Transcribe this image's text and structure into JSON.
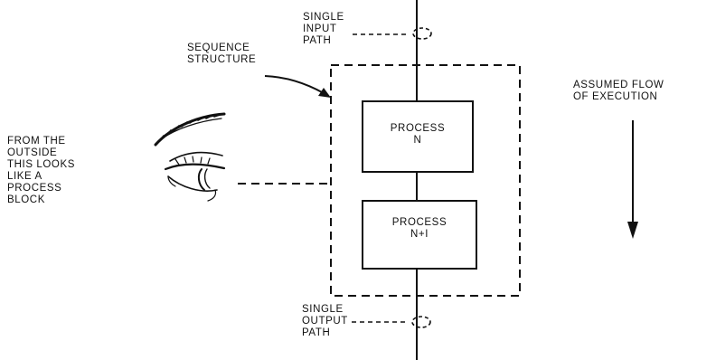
{
  "labels": {
    "sequence_structure": "SEQUENCE\nSTRUCTURE",
    "single_input_path": "SINGLE\nINPUT\nPATH",
    "single_output_path": "SINGLE\nOUTPUT\nPATH",
    "assumed_flow": "ASSUMED FLOW\nOF EXECUTION",
    "outside_note": "FROM THE\nOUTSIDE\nTHIS LOOKS\nLIKE A\nPROCESS\nBLOCK",
    "process_n": "PROCESS\nN",
    "process_n1": "PROCESS\nN+I"
  },
  "icons": {
    "eye": "eye-icon",
    "flow_arrow": "down-arrow-icon"
  },
  "colors": {
    "ink": "#111111",
    "paper": "#ffffff"
  }
}
